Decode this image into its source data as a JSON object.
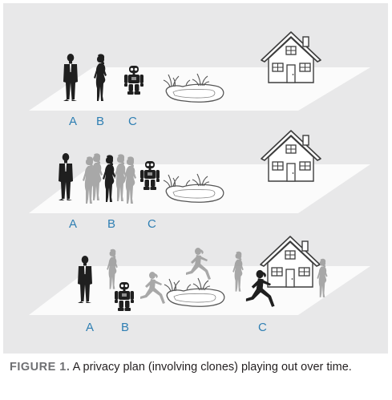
{
  "panels": [
    {
      "labels": {
        "a": "A",
        "b": "B",
        "c": "C"
      }
    },
    {
      "labels": {
        "a": "A",
        "b": "B",
        "c": "C"
      }
    },
    {
      "labels": {
        "a": "A",
        "b": "B",
        "c": "C"
      }
    }
  ],
  "caption": {
    "figure_label": "FIGURE 1.",
    "text": " A privacy plan (involving clones) playing out over time."
  },
  "colors": {
    "panel_background": "#e8e8e9",
    "floor": "#fbfbfb",
    "figure_dark": "#1f1f1f",
    "clone_gray": "#9a9a9a",
    "label_blue": "#2f7fb3"
  }
}
